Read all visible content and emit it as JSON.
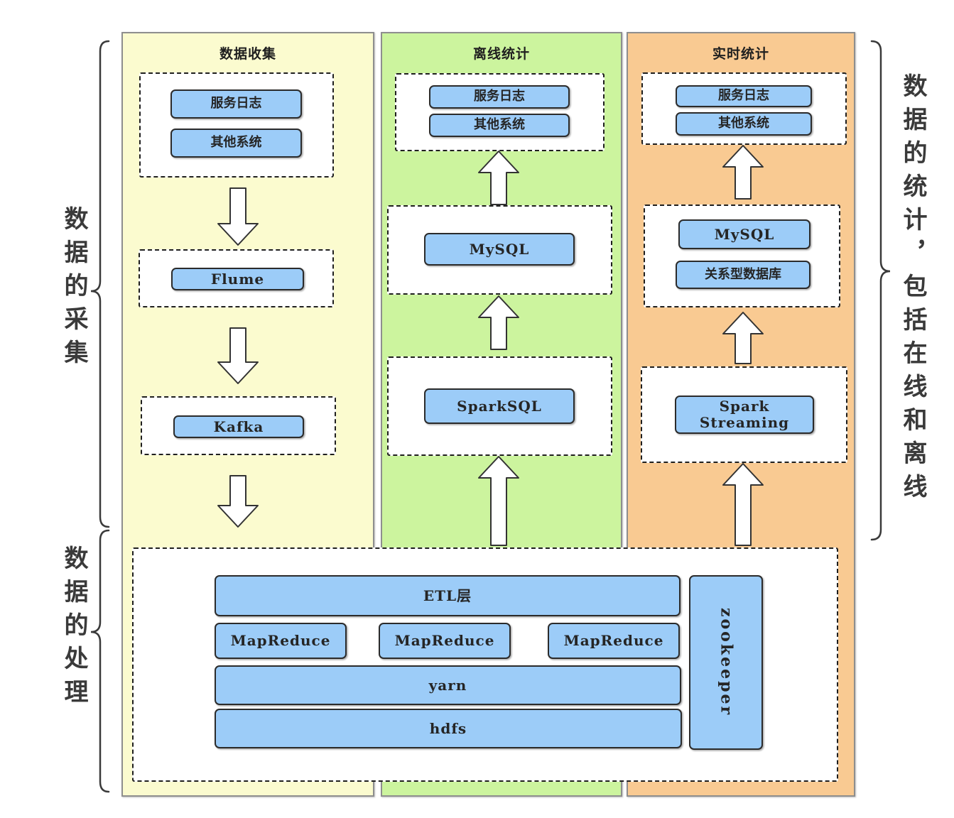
{
  "columns": [
    {
      "title": "数据收集",
      "nodes": {
        "source1": "服务日志",
        "source2": "其他系统",
        "stage1": "Flume",
        "stage2": "Kafka"
      }
    },
    {
      "title": "离线统计",
      "nodes": {
        "source1": "服务日志",
        "source2": "其他系统",
        "stage1": "MySQL",
        "stage2": "SparkSQL"
      }
    },
    {
      "title": "实时统计",
      "nodes": {
        "source1": "服务日志",
        "source2": "其他系统",
        "stage1": "MySQL",
        "stage1b": "关系型数据库",
        "stage2": "Spark Streaming"
      }
    }
  ],
  "processing": {
    "etl": "ETL层",
    "mapreduce": [
      "MapReduce",
      "MapReduce",
      "MapReduce"
    ],
    "yarn": "yarn",
    "hdfs": "hdfs",
    "zookeeper": "zookeeper"
  },
  "side_labels": {
    "collection": "数据的采集",
    "processing": "数据的处理",
    "statistics": "数据的统计，包括在线和离线"
  },
  "colors": {
    "column1_bg": "#fbfbcf",
    "column2_bg": "#ccf49e",
    "column3_bg": "#f9ca92",
    "node_fill": "#9cccf8"
  }
}
